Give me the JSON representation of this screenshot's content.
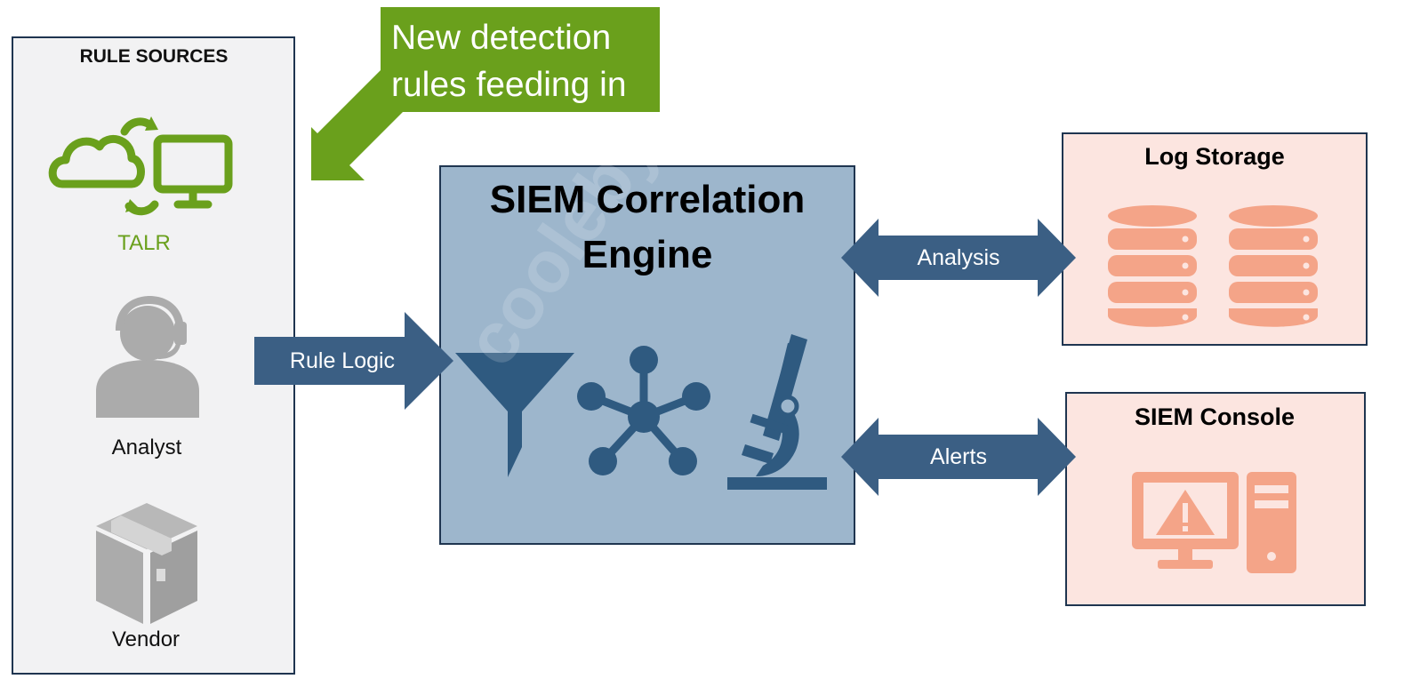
{
  "sources": {
    "title": "RULE SOURCES",
    "items": [
      {
        "label": "TALR",
        "icon": "cloud-sync-monitor-icon",
        "color": "#6aa01c"
      },
      {
        "label": "Analyst",
        "icon": "headset-user-icon",
        "color": "#ababab"
      },
      {
        "label": "Vendor",
        "icon": "package-box-icon",
        "color": "#ababab"
      }
    ]
  },
  "callout": {
    "line1": "New detection",
    "line2": "rules feeding in",
    "color": "#6aa01c"
  },
  "engine": {
    "line1": "SIEM Correlation",
    "line2": "Engine",
    "icons": [
      "funnel-icon",
      "network-nodes-icon",
      "microscope-icon"
    ],
    "color": "#9db6cc"
  },
  "arrows": {
    "rule_logic": "Rule Logic",
    "analysis": "Analysis",
    "alerts": "Alerts",
    "color": "#3b5f84"
  },
  "storage": {
    "title": "Log Storage",
    "icons": [
      "database-icon",
      "database-icon"
    ],
    "icon_color": "#f4a488"
  },
  "console": {
    "title": "SIEM Console",
    "icons": [
      "alert-monitor-icon",
      "computer-tower-icon"
    ],
    "icon_color": "#f4a488"
  },
  "watermark": "cooleby.net"
}
